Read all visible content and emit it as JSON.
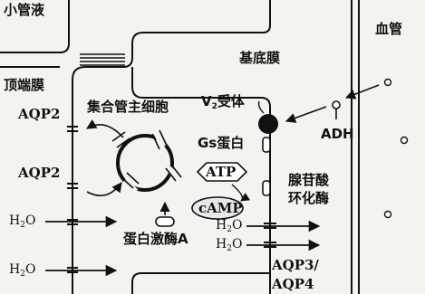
{
  "labels": {
    "tubular_fluid": "小管液",
    "blood_vessel": "血管",
    "apical_membrane": "顶端膜",
    "basolateral_membrane": "基底膜",
    "principal_cell": "集合管主细胞",
    "receptor_prefix": "V",
    "receptor_sub": "2",
    "receptor_suffix": "受体",
    "gs_protein": "Gs蛋白",
    "adh": "ADH",
    "atp": "ATP",
    "adenylyl_cyclase_line1": "腺苷酸",
    "adenylyl_cyclase_line2": "环化酶",
    "camp": "cAMP",
    "protein_kinase_a": "蛋白激酶A",
    "aqp2_upper": "AQP2",
    "aqp2_lower": "AQP2",
    "aqp34_line1": "AQP3/",
    "aqp34_line2": "AQP4",
    "water_h": "H",
    "water_sub": "2",
    "water_o": "O"
  }
}
